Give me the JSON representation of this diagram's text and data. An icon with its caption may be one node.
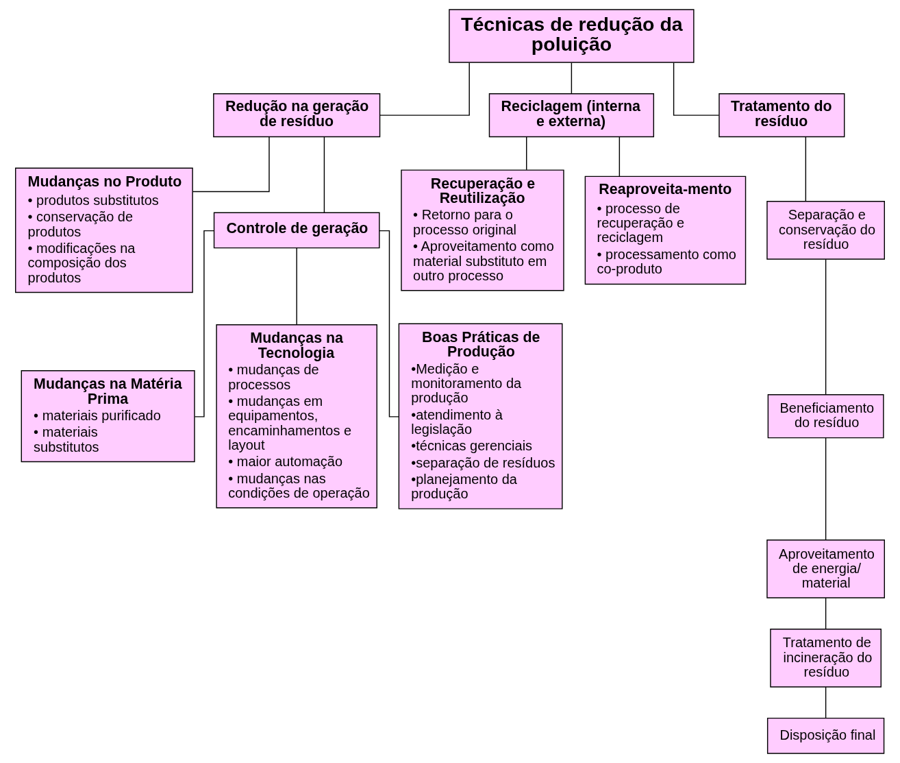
{
  "diagram": {
    "nodes": [
      {
        "text": [
          "Técnicas de redução da poluição"
        ]
      },
      {
        "text": [
          "Redução na geração de resíduo"
        ]
      },
      {
        "text": [
          "Reciclagem (interna e externa)"
        ]
      },
      {
        "text": [
          "Tratamento do resíduo"
        ]
      },
      {
        "text": [
          "Mudanças no Produto",
          "• produtos substitutos",
          "• conservação de produtos",
          "• modificações na composição dos produtos"
        ]
      },
      {
        "text": [
          "Controle de geração"
        ]
      },
      {
        "text": [
          "Recuperação e Reutilização",
          "• Retorno para o processo original",
          "• Aproveitamento como material substituto em outro processo"
        ]
      },
      {
        "text": [
          "Reaproveita-mento",
          "• processo de recuperação e reciclagem",
          "• processamento como co-produto"
        ]
      },
      {
        "text": [
          "Separação e conservação do resíduo"
        ]
      },
      {
        "text": [
          "Beneficiamento do resíduo"
        ]
      },
      {
        "text": [
          "Aproveitamento de energia/ material"
        ]
      },
      {
        "text": [
          "Tratamento de incineração do resíduo"
        ]
      },
      {
        "text": [
          "Disposição final"
        ]
      },
      {
        "text": [
          "Mudanças na Matéria Prima",
          "• materiais purificado",
          "• materiais substitutos"
        ]
      },
      {
        "text": [
          "Mudanças na Tecnologia",
          "• mudanças de processos",
          "• mudanças em equipamentos, encaminhamentos e layout",
          "• maior automação",
          "• mudanças nas condições de operação"
        ]
      },
      {
        "text": [
          "Boas Práticas de Produção",
          "•Medição e monitoramento da produção",
          "•atendimento à legislação",
          "•técnicas gerenciais",
          "•separação de resíduos",
          "•planejamento da produção"
        ]
      }
    ],
    "edges": [
      {
        "from": 0,
        "to": 1,
        "arrow": "none"
      },
      {
        "from": 0,
        "to": 2,
        "arrow": "none"
      },
      {
        "from": 0,
        "to": 3,
        "arrow": "none"
      },
      {
        "from": 1,
        "to": 4,
        "arrow": "none"
      },
      {
        "from": 1,
        "to": 5,
        "arrow": "none"
      },
      {
        "from": 2,
        "to": 6,
        "arrow": "none"
      },
      {
        "from": 2,
        "to": 7,
        "arrow": "none"
      },
      {
        "from": 3,
        "to": 8,
        "arrow": "none"
      },
      {
        "from": 8,
        "to": 9,
        "arrow": "none"
      },
      {
        "from": 9,
        "to": 10,
        "arrow": "none"
      },
      {
        "from": 10,
        "to": 11,
        "arrow": "none"
      },
      {
        "from": 11,
        "to": 12,
        "arrow": "none"
      },
      {
        "from": 5,
        "to": 13,
        "arrow": "none"
      },
      {
        "from": 5,
        "to": 14,
        "arrow": "none"
      },
      {
        "from": 5,
        "to": 15,
        "arrow": "none"
      }
    ]
  }
}
